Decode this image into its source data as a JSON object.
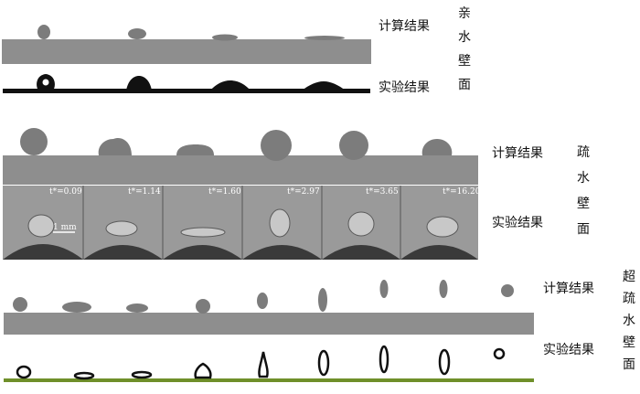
{
  "labels": {
    "computed": "计算结果",
    "experiment": "实验结果"
  },
  "panels": [
    {
      "id": "hydrophilic",
      "side_chars": [
        "亲",
        "水",
        "壁",
        "面"
      ]
    },
    {
      "id": "hydrophobic",
      "side_chars": [
        "疏",
        "水",
        "壁",
        "面"
      ]
    },
    {
      "id": "superhydrophobic",
      "side_chars": [
        "超",
        "疏",
        "水",
        "壁",
        "面"
      ]
    }
  ],
  "time_labels": [
    "t*=0.09",
    "t*=1.14",
    "t*=1.60",
    "t*=2.97",
    "t*=3.65",
    "t*=16.20"
  ],
  "scale_bar": "1 mm",
  "colors": {
    "sim_surface": "#8e8e8e",
    "sim_droplet": "#7c7c7c",
    "exp_drop": "#111111",
    "photo_bg": "#9a9a9a",
    "grass": "#6f8f2a"
  }
}
